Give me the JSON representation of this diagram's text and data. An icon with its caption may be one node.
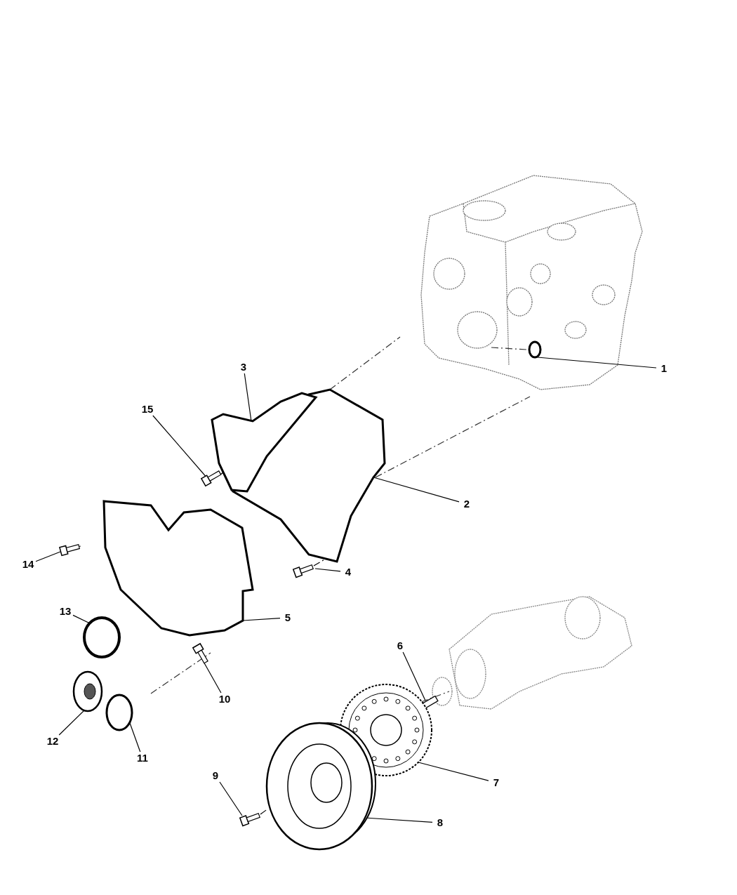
{
  "diagram": {
    "nodes": [
      {
        "text": [
          "1"
        ]
      },
      {
        "text": [
          "2"
        ]
      },
      {
        "text": [
          "3"
        ]
      },
      {
        "text": [
          "4"
        ]
      },
      {
        "text": [
          "5"
        ]
      },
      {
        "text": [
          "6"
        ]
      },
      {
        "text": [
          "7"
        ]
      },
      {
        "text": [
          "8"
        ]
      },
      {
        "text": [
          "9"
        ]
      },
      {
        "text": [
          "10"
        ]
      },
      {
        "text": [
          "11"
        ]
      },
      {
        "text": [
          "12"
        ]
      },
      {
        "text": [
          "13"
        ]
      },
      {
        "text": [
          "14"
        ]
      },
      {
        "text": [
          "15"
        ]
      },
      {
        "text": [],
        "shape": "circle"
      },
      {
        "text": [],
        "shape": "picture"
      },
      {
        "text": [],
        "shape": "picture"
      },
      {
        "text": [],
        "shape": "picture"
      },
      {
        "text": [],
        "shape": "picture"
      },
      {
        "text": [],
        "shape": "bar"
      },
      {
        "text": [],
        "shape": "picture"
      },
      {
        "text": [],
        "shape": "picture"
      },
      {
        "text": [],
        "shape": "picture"
      },
      {
        "text": [],
        "shape": "picture"
      },
      {
        "text": [],
        "shape": "circle"
      },
      {
        "text": [],
        "shape": "picture"
      },
      {
        "text": [],
        "shape": "circle"
      },
      {
        "text": [],
        "shape": "picture"
      },
      {
        "text": [],
        "shape": "picture"
      }
    ],
    "edges": [
      {
        "from": 0,
        "to": 15,
        "arrow": "none"
      },
      {
        "from": 1,
        "to": 16,
        "arrow": "none"
      },
      {
        "from": 2,
        "to": 17,
        "arrow": "none"
      },
      {
        "from": 3,
        "to": 18,
        "arrow": "none"
      },
      {
        "from": 4,
        "to": 19,
        "arrow": "none"
      },
      {
        "from": 5,
        "to": 20,
        "arrow": "none"
      },
      {
        "from": 6,
        "to": 21,
        "arrow": "none"
      },
      {
        "from": 7,
        "to": 22,
        "arrow": "none"
      },
      {
        "from": 8,
        "to": 23,
        "arrow": "none"
      },
      {
        "from": 9,
        "to": 24,
        "arrow": "none"
      },
      {
        "from": 10,
        "to": 25,
        "arrow": "none"
      },
      {
        "from": 11,
        "to": 26,
        "arrow": "none"
      },
      {
        "from": 12,
        "to": 27,
        "arrow": "none"
      },
      {
        "from": 13,
        "to": 28,
        "arrow": "none"
      },
      {
        "from": 14,
        "to": 29,
        "arrow": "none"
      },
      {
        "from": 23,
        "to": 22,
        "arrow": "none",
        "style": "dashed"
      },
      {
        "from": 29,
        "to": 17,
        "arrow": "none",
        "style": "dashed"
      },
      {
        "from": 18,
        "to": 16,
        "arrow": "none",
        "style": "dashed"
      }
    ]
  }
}
